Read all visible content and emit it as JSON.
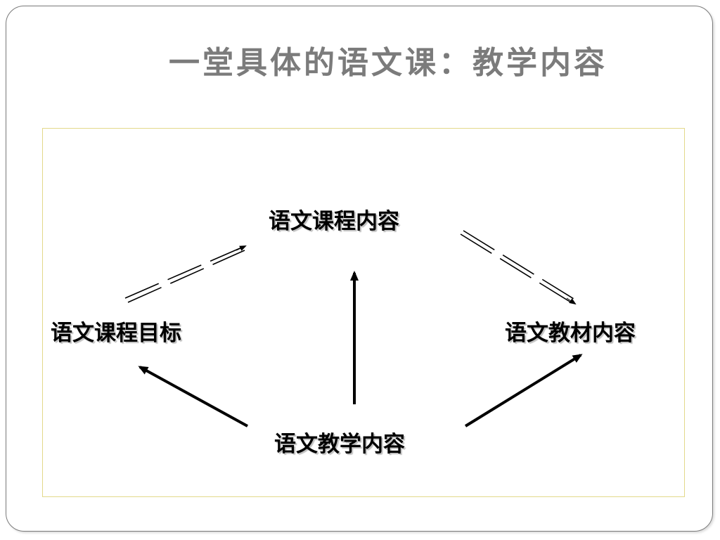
{
  "slide": {
    "title": "一堂具体的语文课：教学内容"
  },
  "diagram": {
    "nodes": {
      "course_content": "语文课程内容",
      "course_goal": "语文课程目标",
      "textbook_content": "语文教材内容",
      "teaching_content": "语文教学内容"
    },
    "edges": [
      {
        "from": "course_goal",
        "to": "course_content",
        "style": "dashed"
      },
      {
        "from": "course_content",
        "to": "textbook_content",
        "style": "dashed"
      },
      {
        "from": "teaching_content",
        "to": "course_goal",
        "style": "solid"
      },
      {
        "from": "teaching_content",
        "to": "course_content",
        "style": "solid"
      },
      {
        "from": "teaching_content",
        "to": "textbook_content",
        "style": "solid"
      }
    ]
  },
  "colors": {
    "title": "#7b7b7b",
    "frame": "#7a7a7a",
    "diagram_border": "#e3d98a",
    "arrow": "#000000"
  }
}
